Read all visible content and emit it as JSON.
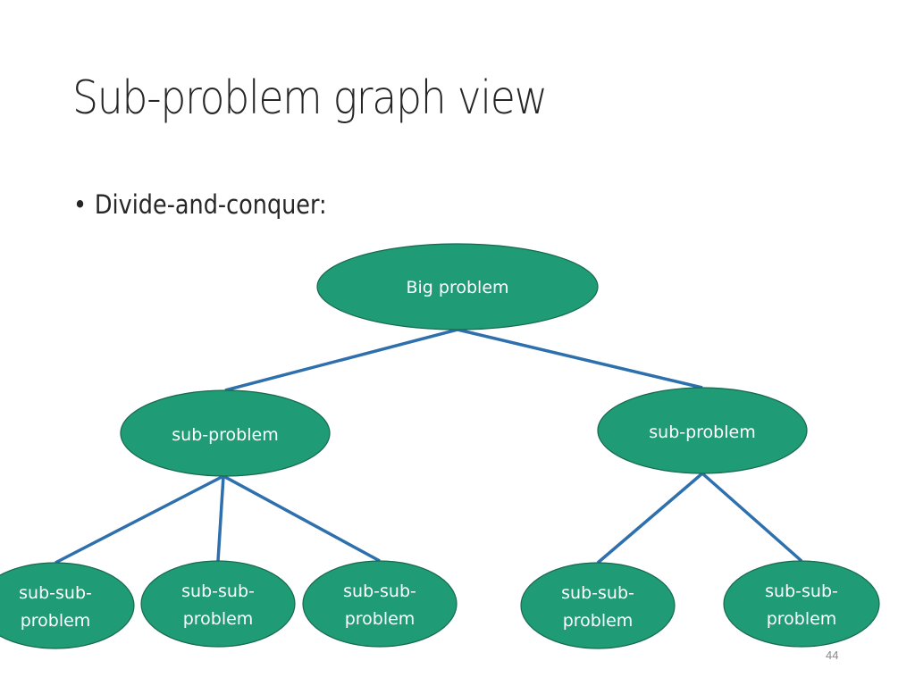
{
  "title": "Sub-problem graph view",
  "bullet": {
    "marker": "•",
    "text": "Divide-and-conquer:"
  },
  "colors": {
    "node_fill": "#1f9b76",
    "node_stroke": "#17694f",
    "edge": "#2e6fae"
  },
  "nodes": {
    "root": "Big problem",
    "sub_left": "sub-problem",
    "sub_right": "sub-problem",
    "leaves": [
      {
        "line1": "sub-sub-",
        "line2": "problem"
      },
      {
        "line1": "sub-sub-",
        "line2": "problem"
      },
      {
        "line1": "sub-sub-",
        "line2": "problem"
      },
      {
        "line1": "sub-sub-",
        "line2": "problem"
      },
      {
        "line1": "sub-sub-",
        "line2": "problem"
      }
    ]
  },
  "page_number": "44"
}
